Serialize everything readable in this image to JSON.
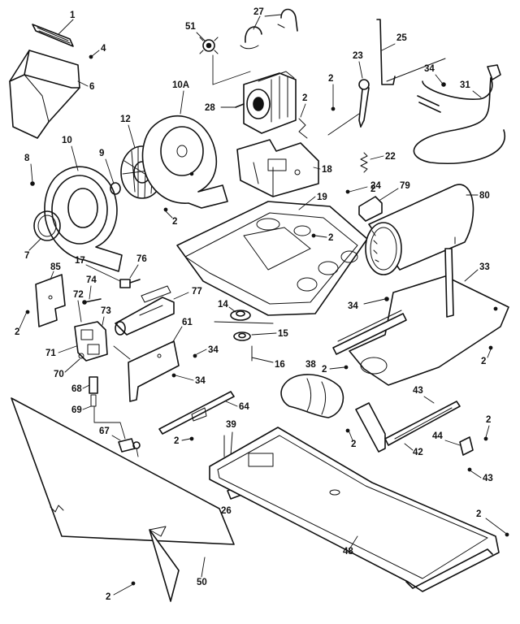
{
  "labels": {
    "l1": "1",
    "l2": "2",
    "l4": "4",
    "l6": "6",
    "l7": "7",
    "l8": "8",
    "l9": "9",
    "l10": "10",
    "l10a": "10A",
    "l12": "12",
    "l14": "14",
    "l15": "15",
    "l16": "16",
    "l17": "17",
    "l18": "18",
    "l19": "19",
    "l22": "22",
    "l23": "23",
    "l24": "24",
    "l25": "25",
    "l26": "26",
    "l27": "27",
    "l28": "28",
    "l31": "31",
    "l33": "33",
    "l34": "34",
    "l38": "38",
    "l39": "39",
    "l42": "42",
    "l43": "43",
    "l44": "44",
    "l48": "48",
    "l50": "50",
    "l51": "51",
    "l61": "61",
    "l64": "64",
    "l67": "67",
    "l68": "68",
    "l69": "69",
    "l70": "70",
    "l71": "71",
    "l72": "72",
    "l73": "73",
    "l74": "74",
    "l76": "76",
    "l77": "77",
    "l79": "79",
    "l80": "80",
    "l85": "85"
  }
}
